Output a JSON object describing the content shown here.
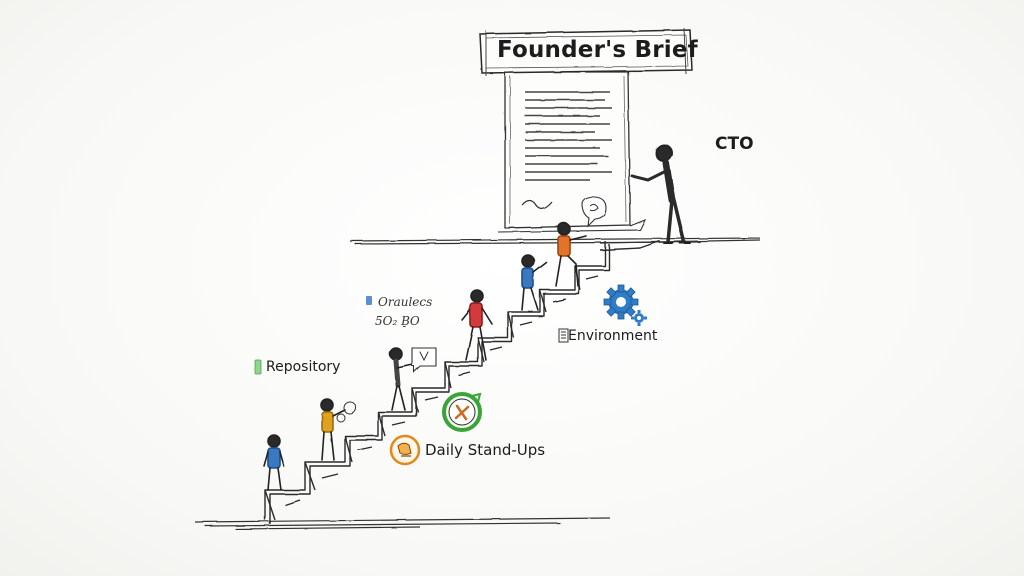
{
  "document": {
    "title": "Founder's Brief"
  },
  "labels": {
    "cto": "CTO",
    "repository": "Repository",
    "environment": "Environment",
    "standups": "Daily Stand-Ups",
    "scribble_line1": "Oraulecs",
    "scribble_line2": "5O₂ B̠O"
  },
  "colors": {
    "ink": "#1c1c1c",
    "gear_blue": "#2f7dc6",
    "clock_green": "#3aa33a",
    "standup_orange": "#e08a1e",
    "repo_green": "#6cc36c",
    "figure_blue": "#3b78c2",
    "figure_yellow": "#e0a21e",
    "figure_red": "#d23b3b",
    "figure_orange": "#e4732a"
  },
  "icons": {
    "gear": "gear-icon",
    "clock": "clock-icon",
    "standup": "standup-icon",
    "repository": "repository-icon",
    "environment": "environment-icon"
  }
}
